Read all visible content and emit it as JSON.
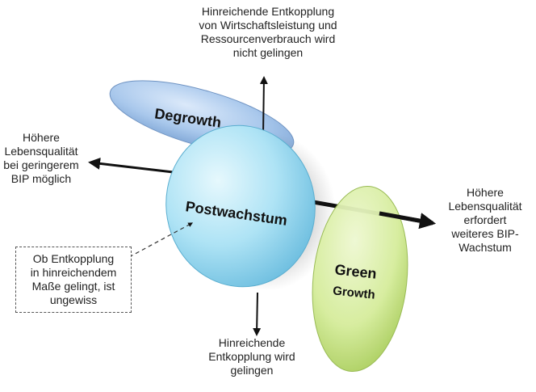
{
  "ellipses": {
    "degrowth": "Degrowth",
    "postwachstum": "Postwachstum",
    "green_line1": "Green",
    "green_line2": "Growth"
  },
  "labels": {
    "top": [
      "Hinreichende Entkopplung",
      "von Wirtschaftsleistung und",
      "Ressourcenverbrauch wird",
      "nicht gelingen"
    ],
    "left": [
      "Höhere",
      "Lebensqualität",
      "bei geringerem",
      "BIP möglich"
    ],
    "right": [
      "Höhere",
      "Lebensqualität",
      "erfordert",
      "weiteres BIP-",
      "Wachstum"
    ],
    "bottom": [
      "Hinreichende",
      "Entkopplung wird",
      "gelingen"
    ]
  },
  "note": [
    "Ob Entkopplung",
    "in hinreichendem",
    "Maße gelingt, ist",
    "ungewiss"
  ],
  "colors": {
    "degrowth_fill": "#a9c8ec",
    "postwachstum_fill": "#aee3f5",
    "green_fill": "#d6ed9c",
    "arrow": "#111111"
  }
}
